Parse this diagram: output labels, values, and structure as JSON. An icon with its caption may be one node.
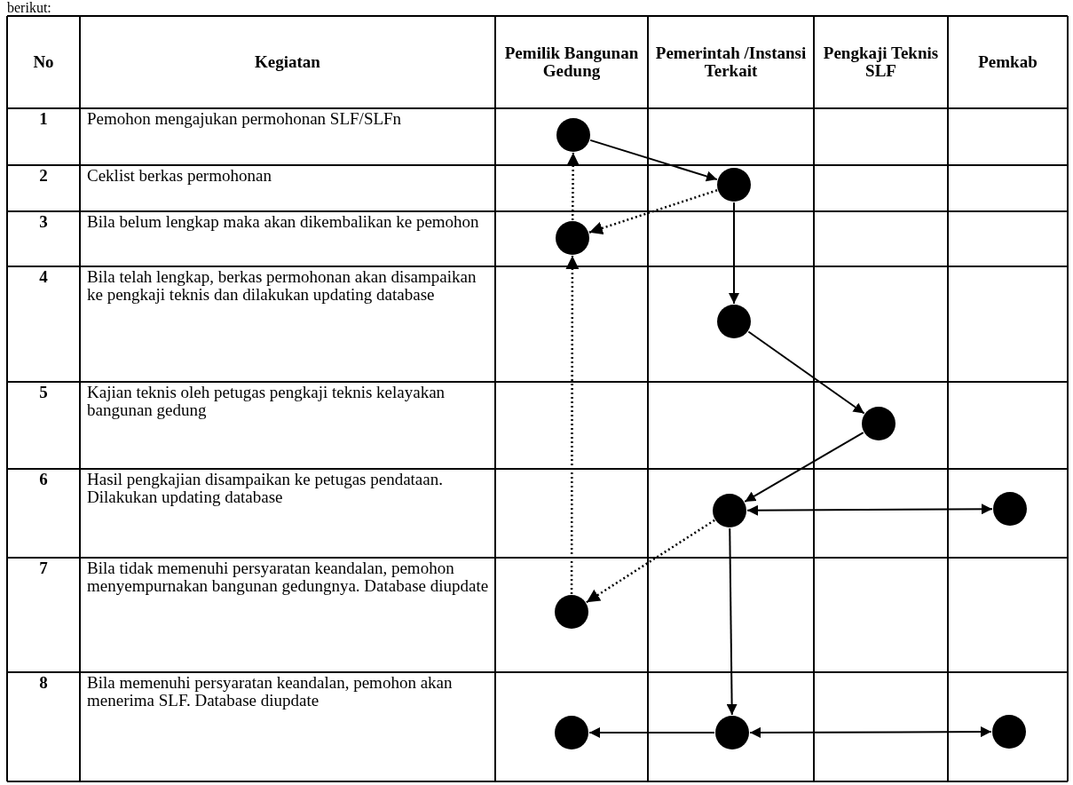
{
  "diagram": {
    "nodes": [
      {
        "text": [],
        "shape": "circle"
      },
      {
        "text": [],
        "shape": "circle"
      },
      {
        "text": [],
        "shape": "circle"
      },
      {
        "text": [],
        "shape": "circle"
      },
      {
        "text": [],
        "shape": "circle"
      },
      {
        "text": [],
        "shape": "circle"
      },
      {
        "text": [],
        "shape": "circle"
      },
      {
        "text": [],
        "shape": "circle"
      },
      {
        "text": [],
        "shape": "circle"
      },
      {
        "text": [],
        "shape": "circle"
      },
      {
        "text": [],
        "shape": "circle"
      }
    ],
    "edges": [
      {
        "from": 0,
        "to": 1,
        "arrow": "to"
      },
      {
        "from": 1,
        "to": 2,
        "arrow": "to",
        "style": "dashed"
      },
      {
        "from": 2,
        "to": 0,
        "arrow": "to",
        "style": "dashed"
      },
      {
        "from": 7,
        "to": 2,
        "arrow": "to",
        "style": "dashed"
      },
      {
        "from": 1,
        "to": 3,
        "arrow": "to"
      },
      {
        "from": 3,
        "to": 4,
        "arrow": "to"
      },
      {
        "from": 4,
        "to": 5,
        "arrow": "to"
      },
      {
        "from": 5,
        "to": 6,
        "arrow": "both"
      },
      {
        "from": 5,
        "to": 7,
        "arrow": "to",
        "style": "dashed"
      },
      {
        "from": 5,
        "to": 9,
        "arrow": "to"
      },
      {
        "from": 9,
        "to": 8,
        "arrow": "to"
      },
      {
        "from": 9,
        "to": 10,
        "arrow": "both"
      }
    ],
    "labels": [
      "berikut:",
      "No",
      "Kegiatan",
      "Pemilik Bangunan Gedung",
      "Pemerintah /Instansi Terkait",
      "Pengkaji Teknis SLF",
      "Pemkab",
      "1",
      "Pemohon mengajukan permohonan SLF/SLFn",
      "2",
      "Ceklist berkas permohonan",
      "3",
      "Bila belum lengkap maka akan dikembalikan ke pemohon",
      "4",
      "Bila telah lengkap, berkas permohonan akan disampaikan ke pengkaji teknis dan dilakukan updating database",
      "5",
      "Kajian teknis oleh petugas pengkaji teknis kelayakan bangunan gedung",
      "6",
      "Hasil pengkajian disampaikan ke petugas pendataan. Dilakukan updating database",
      "7",
      "Bila tidak memenuhi persyaratan keandalan, pemohon menyempurnakan bangunan gedungnya. Database diupdate",
      "8",
      "Bila memenuhi persyaratan keandalan, pemohon akan menerima SLF. Database diupdate"
    ]
  }
}
